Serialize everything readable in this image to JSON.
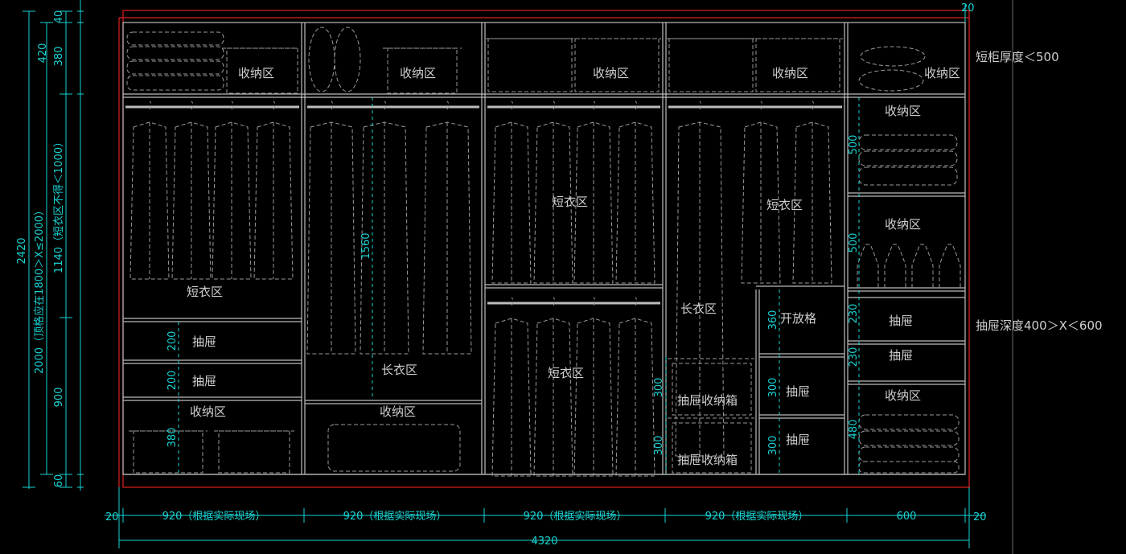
{
  "labels": {
    "storage": "收纳区",
    "short_coat": "短衣区",
    "long_coat": "长衣区",
    "drawer": "抽屉",
    "open_shelf": "开放格",
    "drawer_storage_box": "抽屉收纳箱"
  },
  "notes": {
    "cabinet_depth": "短柜厚度＜500",
    "drawer_depth": "抽屉深度400＞X＜600"
  },
  "dims": {
    "top_20": "20",
    "total_width": "4320",
    "left_20": "20",
    "right_20": "20",
    "col1": "920（根据实际现场）",
    "col2": "920（根据实际现场）",
    "col3": "920（根据实际现场）",
    "col4": "920（根据实际现场）",
    "col5": "600",
    "total_height": "2420",
    "height_note": "2000（顶格应在1800＞X≤2000）",
    "short_note": "1140（短衣区不得＜1000）",
    "h420": "420",
    "h40": "40",
    "h380": "380",
    "h900": "900",
    "h60": "60",
    "d200a": "200",
    "d200b": "200",
    "d380": "380",
    "d1560": "1560",
    "d360": "360",
    "d300a": "300",
    "d300b": "300",
    "d300c": "300",
    "d300d": "300",
    "d500a": "500",
    "d500b": "500",
    "d230a": "230",
    "d230b": "230",
    "d480": "480"
  },
  "colors": {
    "background": "#000000",
    "lines": "#bdbdbd",
    "dimension": "#19d3d3",
    "boundary": "#e02020"
  }
}
